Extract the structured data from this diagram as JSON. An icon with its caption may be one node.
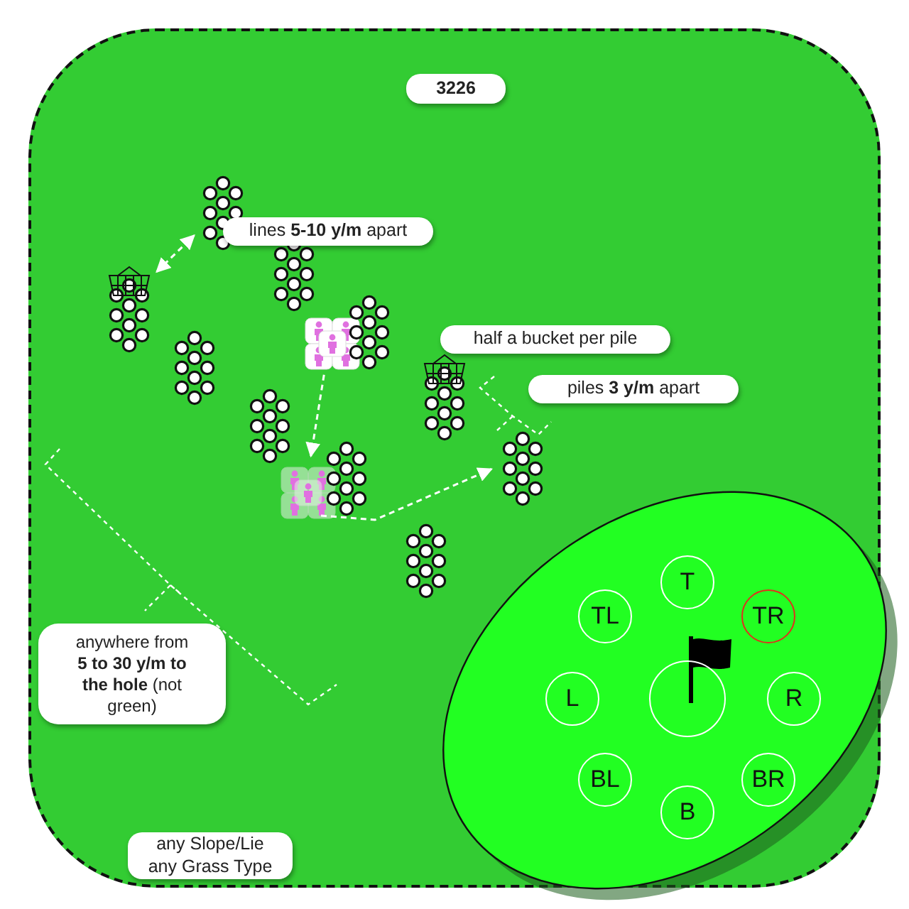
{
  "diagram": {
    "nodes": [
      {
        "text": [],
        "shape": "box"
      },
      {
        "text": [
          "3226"
        ],
        "in": 0
      },
      {
        "text": [],
        "shape": "picture",
        "in": 0
      },
      {
        "text": [
          "lines **5-10 y/m** apart"
        ],
        "in": 0
      },
      {
        "text": [],
        "shape": "picture",
        "in": 0
      },
      {
        "text": [],
        "shape": "picture",
        "in": 0
      },
      {
        "text": [],
        "shape": "person",
        "in": 0
      },
      {
        "text": [],
        "shape": "picture",
        "in": 0
      },
      {
        "text": [
          "half a bucket per pile"
        ],
        "in": 0
      },
      {
        "text": [],
        "shape": "picture",
        "in": 0
      },
      {
        "text": [],
        "shape": "picture",
        "in": 0
      },
      {
        "text": [
          "piles **3 y/m** apart"
        ],
        "in": 0
      },
      {
        "text": [],
        "shape": "picture",
        "in": 0
      },
      {
        "text": [],
        "shape": "picture",
        "in": 0
      },
      {
        "text": [],
        "shape": "person",
        "in": 0
      },
      {
        "text": [],
        "shape": "picture",
        "in": 0
      },
      {
        "text": [],
        "shape": "picture",
        "in": 0
      },
      {
        "text": [],
        "shape": "circle",
        "in": 0
      },
      {
        "text": [
          "T"
        ],
        "in": 17
      },
      {
        "text": [
          "TL"
        ],
        "in": 17
      },
      {
        "text": [
          "TR"
        ],
        "in": 17
      },
      {
        "text": [],
        "shape": "circle",
        "in": 17
      },
      {
        "text": [
          "L"
        ],
        "in": 17
      },
      {
        "text": [
          "R"
        ],
        "in": 17
      },
      {
        "text": [
          "BL"
        ],
        "in": 17
      },
      {
        "text": [
          "BR"
        ],
        "in": 17
      },
      {
        "text": [
          "B"
        ],
        "in": 17
      },
      {
        "text": [
          "anywhere from **5 to 30 y/m to the hole** (not green)"
        ],
        "in": 0
      },
      {
        "text": [
          "any Slope/Lie any Grass Type"
        ],
        "in": 0
      }
    ],
    "edges": [
      {
        "from": 5,
        "to": 2,
        "arrow": "both",
        "style": "dashed"
      },
      {
        "from": 6,
        "to": 14,
        "arrow": "to",
        "style": "dashed"
      },
      {
        "from": 14,
        "to": 13,
        "arrow": "to",
        "style": "dashed"
      }
    ]
  }
}
